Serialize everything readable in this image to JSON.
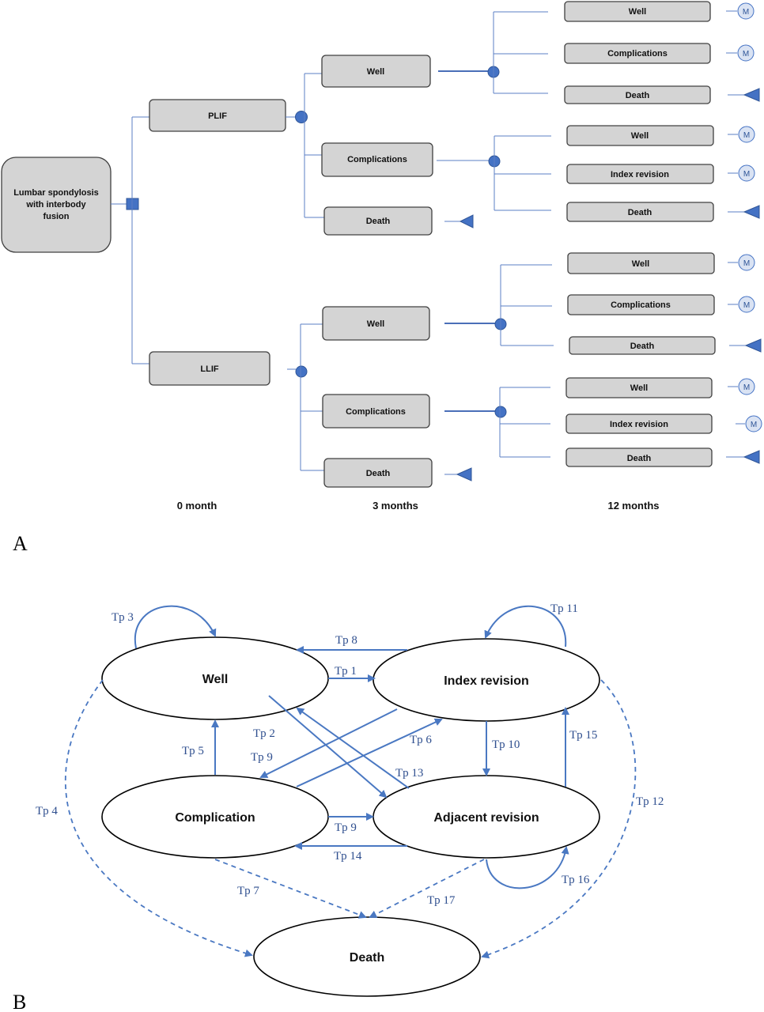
{
  "panel_a": {
    "letter": "A",
    "root": {
      "line1": "Lumbar spondylosis",
      "line2": "with interbody",
      "line3": "fusion"
    },
    "strategies": [
      "PLIF",
      "LLIF"
    ],
    "three_month_states": [
      "Well",
      "Complications",
      "Death"
    ],
    "twelve_month_outcomes_after_well": [
      "Well",
      "Complications",
      "Death"
    ],
    "twelve_month_outcomes_after_complications": [
      "Well",
      "Index revision",
      "Death"
    ],
    "markov_symbol": "M",
    "time_labels": [
      "0 month",
      "3 months",
      "12 months"
    ]
  },
  "panel_b": {
    "letter": "B",
    "states": {
      "well": "Well",
      "index_revision": "Index revision",
      "complication": "Complication",
      "adjacent_revision": "Adjacent revision",
      "death": "Death"
    },
    "transitions": {
      "tp1": "Tp 1",
      "tp2": "Tp 2",
      "tp3": "Tp 3",
      "tp4": "Tp 4",
      "tp5": "Tp 5",
      "tp6": "Tp 6",
      "tp7": "Tp 7",
      "tp8": "Tp 8",
      "tp9a": "Tp 9",
      "tp9b": "Tp 9",
      "tp10": "Tp 10",
      "tp11": "Tp 11",
      "tp12": "Tp 12",
      "tp13": "Tp 13",
      "tp14": "Tp 14",
      "tp15": "Tp 15",
      "tp16": "Tp 16",
      "tp17": "Tp 17"
    }
  },
  "colors": {
    "accent": "#4472c4",
    "box_fill": "#d4d4d4"
  }
}
